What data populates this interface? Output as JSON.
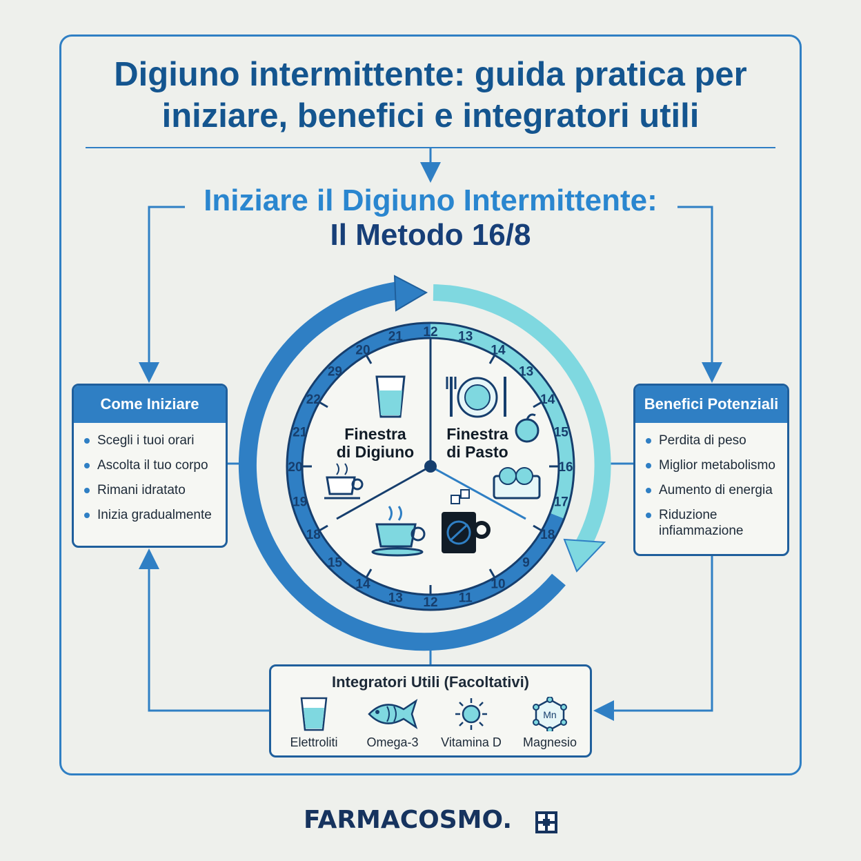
{
  "title": {
    "line1": "Digiuno intermittente: guida pratica per",
    "line2": "iniziare, benefici e integratori utili"
  },
  "subtitle": {
    "line1": "Iniziare il Digiuno Intermittente:",
    "line2": "Il Metodo 16/8"
  },
  "clock": {
    "fasting_label_line1": "Finestra",
    "fasting_label_line2": "di Digiuno",
    "eating_label_line1": "Finestra",
    "eating_label_line2": "di Pasto",
    "hour_labels": [
      "12",
      "13",
      "14",
      "13",
      "14",
      "15",
      "16",
      "17",
      "18",
      "9",
      "10",
      "11",
      "12",
      "13",
      "14",
      "15",
      "18",
      "19",
      "20",
      "21",
      "22",
      "29",
      "20",
      "21"
    ],
    "colors": {
      "fasting": "#2f7fc4",
      "eating": "#7fd8e0",
      "fasting_dark": "#1f5f9c"
    }
  },
  "come_iniziare": {
    "heading": "Come Iniziare",
    "items": [
      "Scegli i tuoi orari",
      "Ascolta il tuo corpo",
      "Rimani idratato",
      "Inizia gradualmente"
    ]
  },
  "benefici": {
    "heading": "Benefici Potenziali",
    "items": [
      "Perdita di peso",
      "Miglior metabolismo",
      "Aumento di energia",
      "Riduzione infiammazione"
    ]
  },
  "integratori": {
    "heading": "Integratori Utili (Facoltativi)",
    "items": [
      {
        "label": "Elettroliti",
        "icon": "water-glass-icon"
      },
      {
        "label": "Omega-3",
        "icon": "fish-icon"
      },
      {
        "label": "Vitamina D",
        "icon": "sun-icon"
      },
      {
        "label": "Magnesio",
        "icon": "magnesium-molecule-icon"
      }
    ],
    "magnesium_symbol": "Mn"
  },
  "brand": {
    "name": "FARMACOSMO."
  }
}
